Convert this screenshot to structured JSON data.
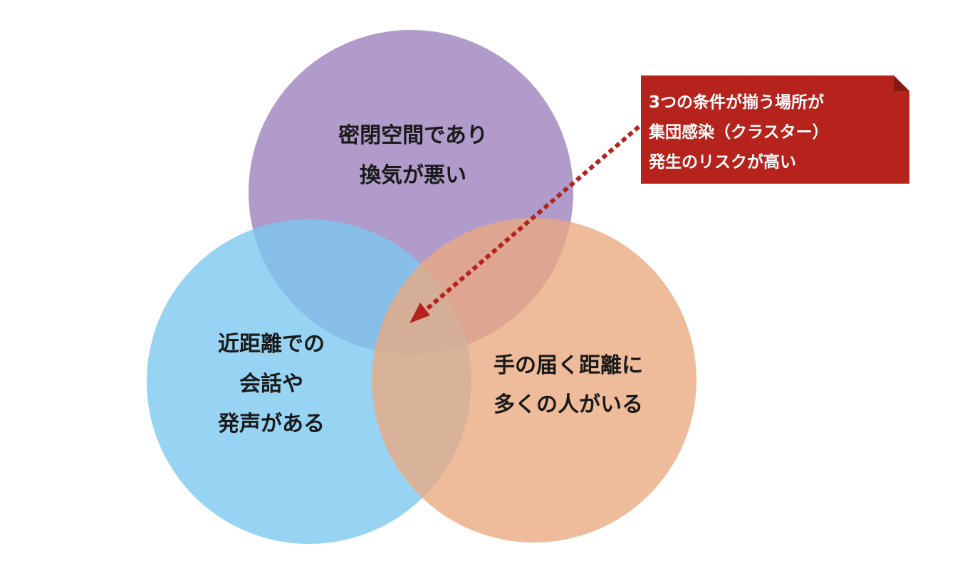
{
  "diagram": {
    "circle_top": {
      "lines": [
        "密閉空間であり",
        "換気が悪い"
      ],
      "color": "#9b7fbd"
    },
    "circle_left": {
      "lines": [
        "近距離での",
        "会話や",
        "発声がある"
      ],
      "color": "#7ac8ef"
    },
    "circle_right": {
      "lines": [
        "手の届く距離に",
        "多くの人がいる"
      ],
      "color": "#eba97f"
    },
    "callout": {
      "lines": [
        "3つの条件が揃う場所が",
        "集団感染（クラスター）",
        "発生のリスクが高い"
      ],
      "background": "#b5231c",
      "text_color": "#ffffff"
    },
    "arrow": {
      "color": "#b5231c"
    },
    "text_color": "#1a1a1a"
  }
}
